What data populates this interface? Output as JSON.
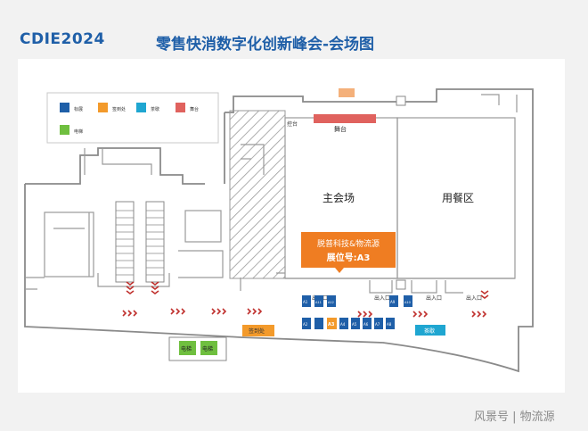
{
  "header": {
    "logo": "CDIE2024",
    "title": "零售快消数字化创新峰会-会场图"
  },
  "legend": {
    "items": [
      {
        "label": "标展",
        "color": "#1f5fa8"
      },
      {
        "label": "签到处",
        "color": "#f39a2b"
      },
      {
        "label": "茶歇",
        "color": "#1fa6d1"
      },
      {
        "label": "舞台",
        "color": "#e0625e"
      },
      {
        "label": "电梯",
        "color": "#6fbf3f"
      }
    ]
  },
  "areas": {
    "main_hall": "主会场",
    "dining": "用餐区",
    "stage": "舞台",
    "control": "控台",
    "signin": "签到处",
    "tea": "茶歇",
    "elevator_label": "电梯"
  },
  "exits": {
    "label": "出入口"
  },
  "booths": [
    "A1",
    "A2",
    "A3",
    "A4",
    "A5",
    "A6",
    "A7",
    "A8",
    "A9",
    "A10",
    "A11",
    "A12"
  ],
  "callout": {
    "line1": "脱普科技&物流源",
    "line2": "展位号:A3"
  },
  "watermark": "风景号 | 物流源"
}
